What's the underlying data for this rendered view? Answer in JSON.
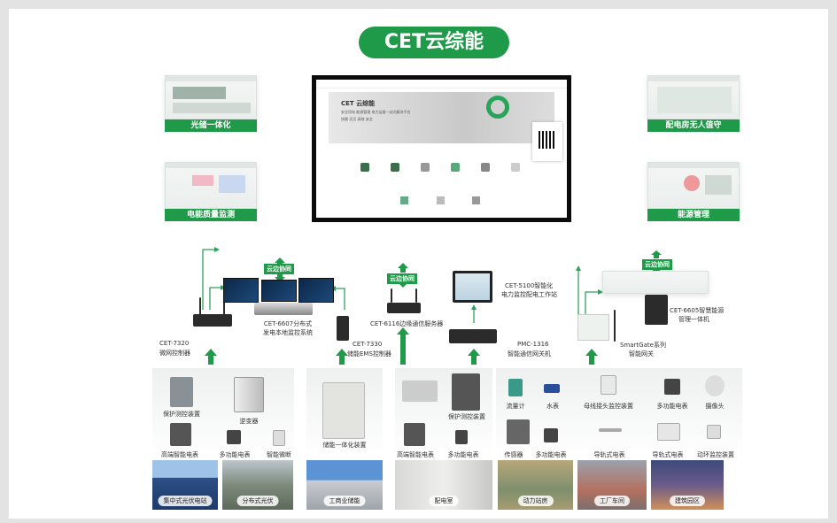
{
  "title": "CET云综能",
  "side_panels": [
    {
      "label": "光储一体化"
    },
    {
      "label": "电能质量监测"
    },
    {
      "label": "配电房无人值守"
    },
    {
      "label": "能源管理"
    }
  ],
  "center_screen": {
    "brand": "CET 云综能",
    "tagline": "安全用电 能源管理 电力运维一站式解决平台",
    "subline": "快捷 灵活 高效 安全"
  },
  "edge_tag": "云边协同",
  "devices": [
    {
      "model": "CET-7320",
      "name": "微网控制器"
    },
    {
      "model": "CET-6607分布式",
      "name": "发电本地监控系统"
    },
    {
      "model": "CET-7330",
      "name": "储能EMS控制器"
    },
    {
      "model": "",
      "name": "CET-6116边缘通信服务器"
    },
    {
      "model": "CET-5100智能化",
      "name": "电力监控配电工作站"
    },
    {
      "model": "PMC-1316",
      "name": "智能通信网关机"
    },
    {
      "model": "SmartGate系列",
      "name": "智能网关"
    },
    {
      "model": "CET-6605智慧能源",
      "name": "管理一体机"
    }
  ],
  "field_devices": {
    "pv": [
      "保护测控装置",
      "逆变器",
      "高端智能电表",
      "多功能电表",
      "智能微断"
    ],
    "storage": [
      "储能一体化装置"
    ],
    "distribution": [
      "保护测控装置",
      "高端智能电表",
      "多功能电表"
    ],
    "energy": [
      "流量计",
      "水表",
      "母线接头监控装置",
      "多功能电表",
      "摄像头",
      "传感器",
      "多功能电表",
      "导轨式电表",
      "导轨式电表",
      "动环监控装置"
    ]
  },
  "scenes": [
    "集中式光伏电站",
    "分布式光伏",
    "工商业储能",
    "配电室",
    "动力站房",
    "工厂车间",
    "建筑园区"
  ]
}
